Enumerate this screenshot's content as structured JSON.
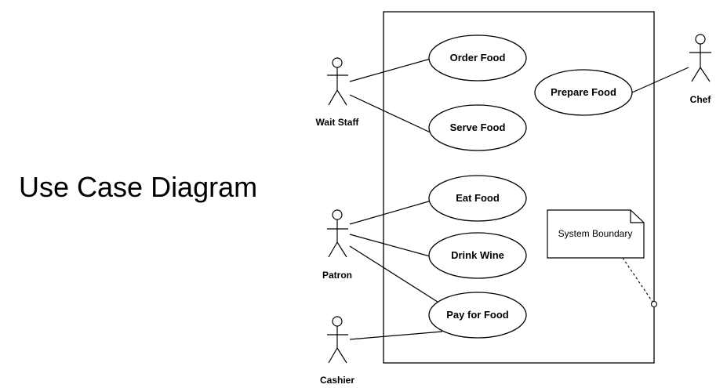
{
  "title": "Use Case Diagram",
  "colors": {
    "stroke": "#000000",
    "background": "#ffffff"
  },
  "actors": [
    {
      "id": "wait-staff",
      "label": "Wait Staff"
    },
    {
      "id": "chef",
      "label": "Chef"
    },
    {
      "id": "patron",
      "label": "Patron"
    },
    {
      "id": "cashier",
      "label": "Cashier"
    }
  ],
  "use_cases": [
    {
      "id": "order-food",
      "label": "Order Food"
    },
    {
      "id": "serve-food",
      "label": "Serve Food"
    },
    {
      "id": "prepare-food",
      "label": "Prepare Food"
    },
    {
      "id": "eat-food",
      "label": "Eat Food"
    },
    {
      "id": "drink-wine",
      "label": "Drink Wine"
    },
    {
      "id": "pay-for-food",
      "label": "Pay for Food"
    }
  ],
  "associations": [
    {
      "from": "wait-staff",
      "to": "order-food"
    },
    {
      "from": "wait-staff",
      "to": "serve-food"
    },
    {
      "from": "chef",
      "to": "prepare-food"
    },
    {
      "from": "patron",
      "to": "eat-food"
    },
    {
      "from": "patron",
      "to": "drink-wine"
    },
    {
      "from": "patron",
      "to": "pay-for-food"
    },
    {
      "from": "cashier",
      "to": "pay-for-food"
    }
  ],
  "note": {
    "label": "System Boundary"
  }
}
